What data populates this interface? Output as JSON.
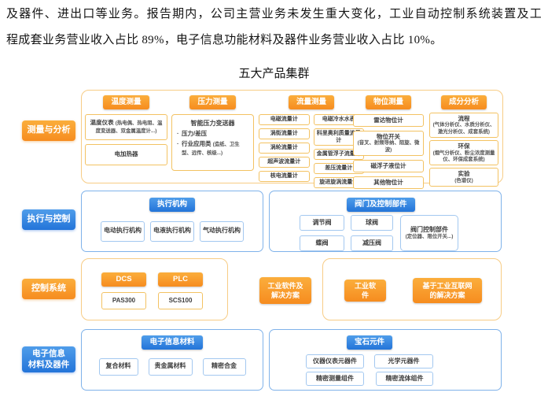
{
  "document": {
    "line1": "及器件、进出口等业务。报告期内，公司主营业务未发生重大变化，工业自动控制系统装置及工",
    "line2": "程成套业务营业收入占比 89%，电子信息功能材料及器件业务营业收入占比 10%。",
    "title": "五大产品集群"
  },
  "colors": {
    "orange": "#F6921E",
    "blue": "#2374D9",
    "orange_border": "#F3C262",
    "blue_border": "#A3C8F0"
  },
  "row1": {
    "label": "测量与分析",
    "temperature": {
      "header": "温度测量",
      "item1_title": "温度仪表",
      "item1_sub": "(热电偶、热电阻、温度变送器、双金属温度计...)",
      "item2": "电加热器"
    },
    "pressure": {
      "header": "压力测量",
      "box_title": "智能压力变送器",
      "bullet1": "压力/差压",
      "bullet2_main": "行业应用类",
      "bullet2_sub": "(造纸、卫生型、远传、核级...)"
    },
    "flow": {
      "header": "流量测量",
      "a1": "电磁流量计",
      "a2": "涡街流量计",
      "a3": "涡轮流量计",
      "a4": "超声波流量计",
      "a5": "核电流量计",
      "b1": "电磁冷水水表",
      "b2": "科里奥利质量流量计",
      "b3": "金属管浮子流量计",
      "b4": "差压流量计",
      "b5": "旋进旋涡流量计"
    },
    "level": {
      "header": "物位测量",
      "item1": "雷达物位计",
      "item2_title": "物位开关",
      "item2_sub": "(音叉、射频导纳、阻旋、微波)",
      "item3": "磁浮子液位计",
      "item4": "其他物位计"
    },
    "analysis": {
      "header": "成分分析",
      "item1_title": "流程",
      "item1_sub": "(气体分析仪、水质分析仪、激光分析仪、成套系统)",
      "item2_title": "环保",
      "item2_sub": "(烟气分析仪、粉尘浓度测量仪、环保成套系统)",
      "item3_title": "实验",
      "item3_sub": "(色谱仪)"
    }
  },
  "row2": {
    "label": "执行与控制",
    "actuators": {
      "header": "执行机构",
      "item1": "电动执行机构",
      "item2": "电液执行机构",
      "item3": "气动执行机构"
    },
    "valves": {
      "header": "阀门及控制部件",
      "item1": "调节阀",
      "item2": "球阀",
      "item3": "蝶阀",
      "item4": "减压阀",
      "item5_title": "阀门控制部件",
      "item5_sub": "(定位器、限位开关...)"
    }
  },
  "row3": {
    "label": "控制系统",
    "dcs_header": "DCS",
    "dcs_item": "PAS300",
    "plc_header": "PLC",
    "plc_item": "SCS100",
    "software_badge": "工业软件及解决方案",
    "software_item1": "工业软件",
    "software_item2": "基于工业互联网的解决方案"
  },
  "row4": {
    "label_line1": "电子信息",
    "label_line2": "材料及器件",
    "materials": {
      "header": "电子信息材料",
      "item1": "复合材料",
      "item2": "贵金属材料",
      "item3": "精密合金"
    },
    "gems": {
      "header": "宝石元件",
      "item1": "仪器仪表元器件",
      "item2": "光学元器件",
      "item3": "精密测量组件",
      "item4": "精密流体组件"
    }
  }
}
